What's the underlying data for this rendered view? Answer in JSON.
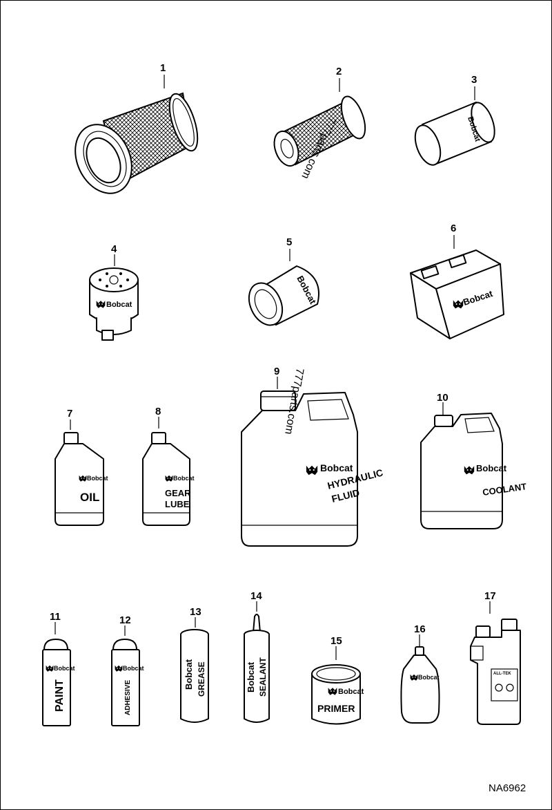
{
  "drawing_number": "NA6962",
  "watermark": "777parts.com",
  "brand": "Bobcat",
  "items": [
    {
      "number": "1"
    },
    {
      "number": "2"
    },
    {
      "number": "3"
    },
    {
      "number": "4"
    },
    {
      "number": "5"
    },
    {
      "number": "6"
    },
    {
      "number": "7",
      "label": "OIL"
    },
    {
      "number": "8",
      "label_lines": [
        "GEAR",
        "LUBE"
      ]
    },
    {
      "number": "9",
      "label_lines": [
        "HYDRAULIC",
        "FLUID"
      ]
    },
    {
      "number": "10",
      "label": "COOLANT"
    },
    {
      "number": "11",
      "label": "PAINT"
    },
    {
      "number": "12",
      "label": "ADHESIVE"
    },
    {
      "number": "13",
      "label": "GREASE"
    },
    {
      "number": "14",
      "label": "SEALANT"
    },
    {
      "number": "15",
      "label": "PRIMER"
    },
    {
      "number": "16"
    },
    {
      "number": "17",
      "label": "ALL-TEK"
    }
  ]
}
